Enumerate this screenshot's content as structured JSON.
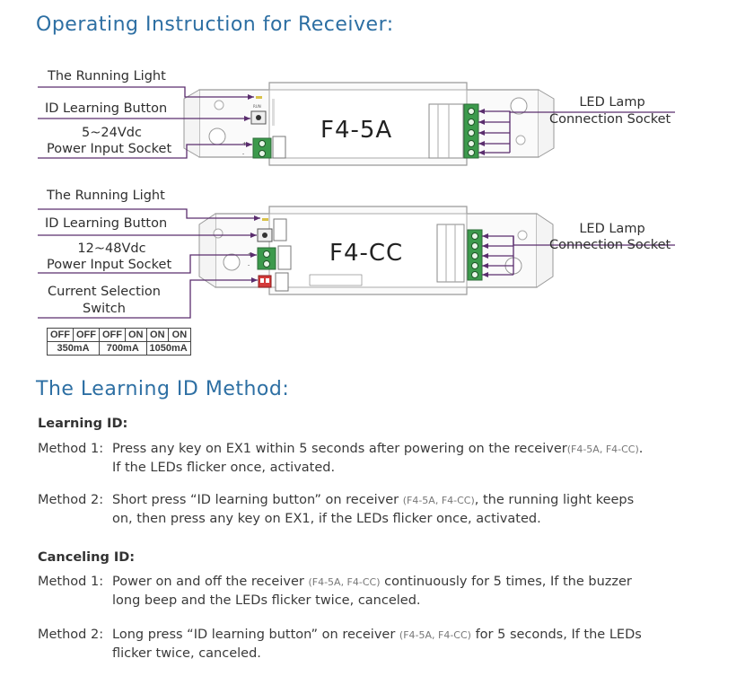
{
  "title": "Operating Instruction for Receiver:",
  "device1": {
    "model": "F4-5A",
    "labels": {
      "running_light": "The Running Light",
      "id_button": "ID Learning Button",
      "voltage": "5~24Vdc",
      "power_socket": "Power Input Socket",
      "led_lamp": "LED Lamp",
      "connection_socket": "Connection Socket"
    }
  },
  "device2": {
    "model": "F4-CC",
    "labels": {
      "running_light": "The Running Light",
      "id_button": "ID Learning Button",
      "voltage": "12~48Vdc",
      "power_socket": "Power Input Socket",
      "current_selection": "Current Selection",
      "switch": "Switch",
      "led_lamp": "LED Lamp",
      "connection_socket": "Connection Socket"
    },
    "current_table": {
      "switch_row": [
        "OFF",
        "OFF",
        "OFF",
        "ON",
        "ON",
        "ON"
      ],
      "current_row": [
        "350mA",
        "700mA",
        "1050mA"
      ]
    }
  },
  "learning": {
    "heading": "The Learning ID Method:",
    "learning_title": "Learning ID:",
    "learning_methods": [
      {
        "label": "Method 1:",
        "line1": "Press any key on EX1 within 5 seconds after powering on the receiver",
        "ref1": "(F4-5A, F4-CC)",
        "line1_end": ".",
        "line2": "If the LEDs flicker once, activated."
      },
      {
        "label": "Method 2:",
        "line1_a": "Short press “ID learning button” on receiver ",
        "ref1": "(F4-5A, F4-CC)",
        "line1_b": ", the running light keeps",
        "line2": "on, then press any key on EX1, if the LEDs flicker once, activated."
      }
    ],
    "canceling_title": "Canceling ID:",
    "canceling_methods": [
      {
        "label": "Method 1:",
        "line1_a": "Power on and off the receiver ",
        "ref1": "(F4-5A, F4-CC)",
        "line1_b": " continuously for 5 times, If the buzzer",
        "line2": "long beep and the LEDs flicker twice, canceled."
      },
      {
        "label": "Method 2:",
        "line1_a": "Long press “ID learning button” on receiver ",
        "ref1": "(F4-5A, F4-CC)",
        "line1_b": " for 5 seconds, If the LEDs",
        "line2": "flicker twice, canceled."
      }
    ]
  }
}
